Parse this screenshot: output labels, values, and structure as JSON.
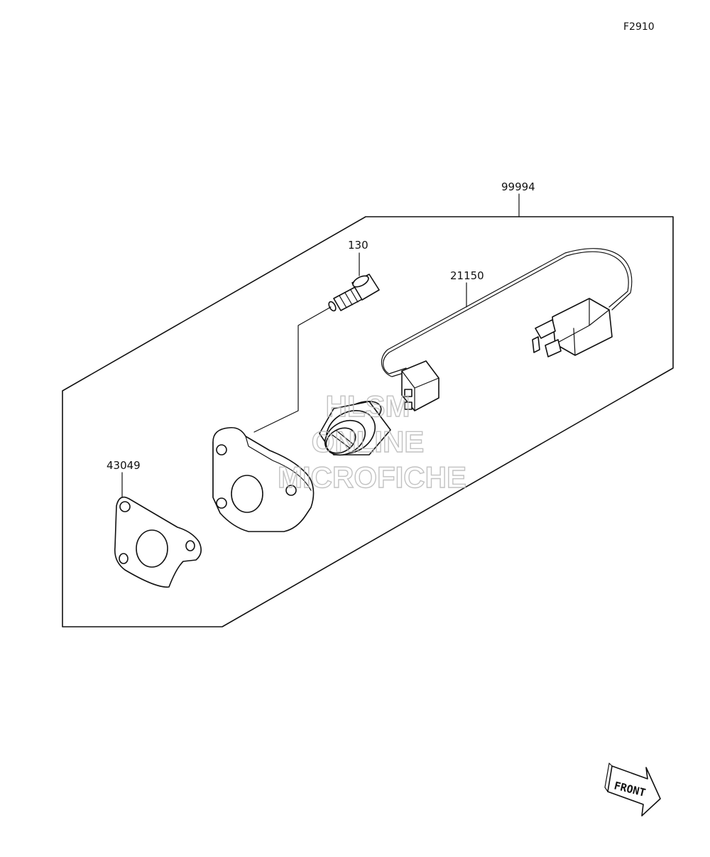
{
  "diagram": {
    "code": "F2910",
    "labels": {
      "kit": "99994",
      "bolt": "130",
      "switch": "21150",
      "gasket": "43049"
    },
    "watermark": {
      "line1": "HLSM",
      "line2": "ONLINE",
      "line3": "MICROFICHE"
    },
    "front_arrow": "FRONT"
  }
}
